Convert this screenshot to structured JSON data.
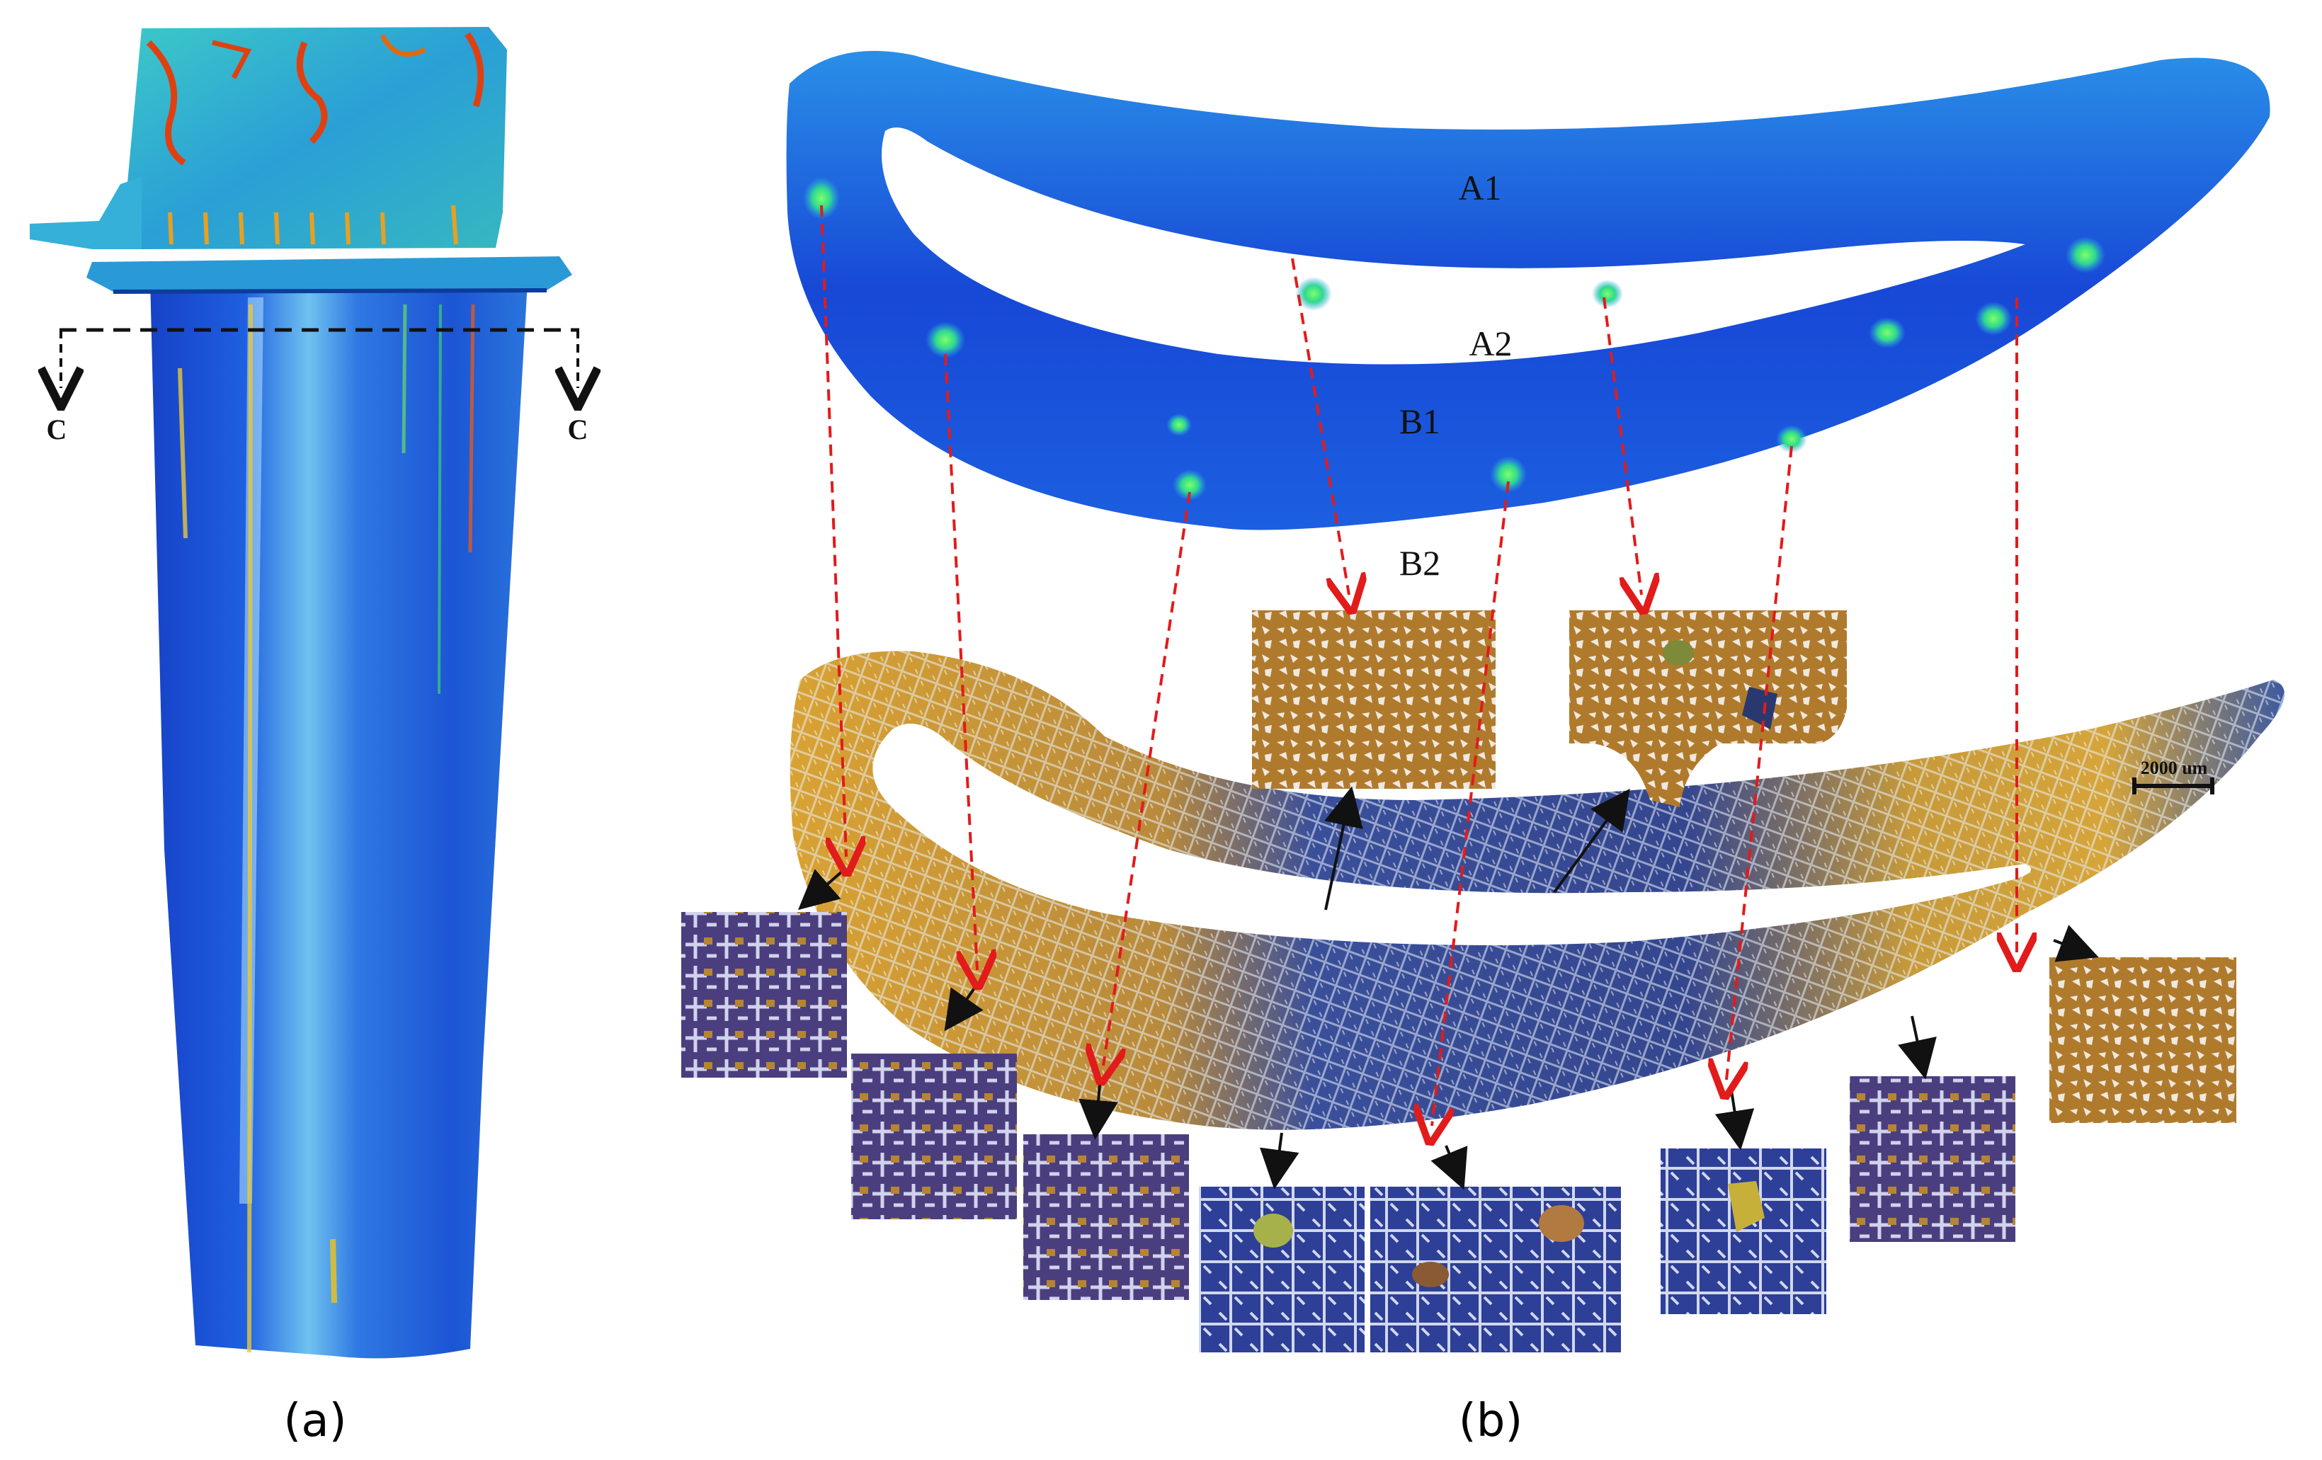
{
  "panels": {
    "a": {
      "caption": "(a)",
      "section_marker_left": "C",
      "section_marker_right": "C"
    },
    "b": {
      "caption": "(b)",
      "labels": {
        "a1": "A1",
        "a2": "A2",
        "b1": "B1",
        "b2": "B2"
      },
      "scale_bar": "2000 um"
    }
  },
  "colors": {
    "contour_blue": "#1a4fd8",
    "contour_cyan": "#29b6e6",
    "hotspot_green": "#3ee060",
    "hotspot_red": "#e03010",
    "micro_gold": "#d9a233",
    "micro_blue": "#2c3d8f",
    "arrow_red": "#e21b1b"
  }
}
